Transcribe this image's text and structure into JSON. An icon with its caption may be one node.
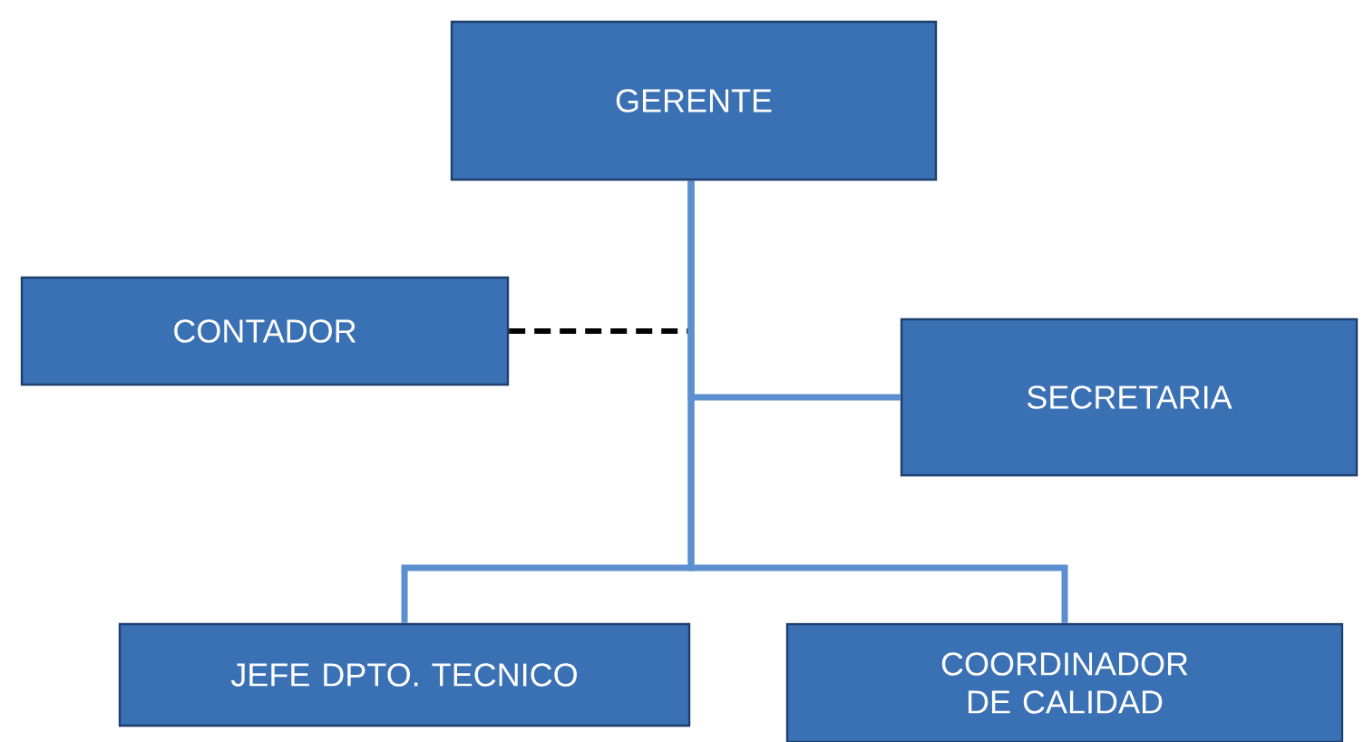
{
  "diagram": {
    "nodes": [
      {
        "text": [
          "GERENTE"
        ]
      },
      {
        "text": [
          "CONTADOR"
        ]
      },
      {
        "text": [
          "SECRETARIA"
        ]
      },
      {
        "text": [
          "JEFE DPTO. TECNICO"
        ]
      },
      {
        "text": [
          "COORDINADOR DE CALIDAD"
        ]
      }
    ],
    "edges": [
      {
        "from": 1,
        "to": 0,
        "arrow": "none",
        "style": "dashed",
        "color": "#000000"
      },
      {
        "from": 0,
        "to": 2,
        "arrow": "none"
      },
      {
        "from": 0,
        "to": 3,
        "arrow": "none"
      },
      {
        "from": 0,
        "to": 4,
        "arrow": "none"
      }
    ]
  }
}
